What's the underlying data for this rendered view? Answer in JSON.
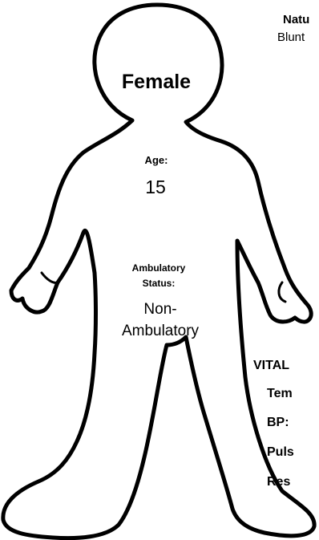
{
  "figure": {
    "sex": "Female",
    "age_label": "Age:",
    "age_value": "15",
    "ambulatory_label_line1": "Ambulatory",
    "ambulatory_label_line2": "Status:",
    "ambulatory_value_line1": "Non-",
    "ambulatory_value_line2": "Ambulatory"
  },
  "side_panel": {
    "nature_label_partial": "Natu",
    "nature_value_partial": "Blunt",
    "vitals_label_partial": "VITAL",
    "vitals": [
      {
        "label_partial": "Tem"
      },
      {
        "label_partial": "BP:"
      },
      {
        "label_partial": "Puls"
      },
      {
        "label_partial": "Res"
      }
    ]
  },
  "colors": {
    "outline": "#000000",
    "background": "#ffffff"
  }
}
